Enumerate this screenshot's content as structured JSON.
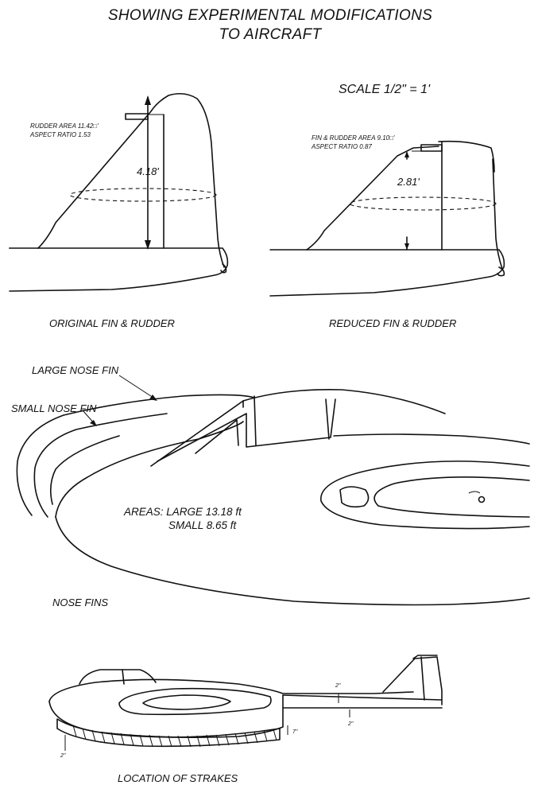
{
  "title": {
    "line1": "SHOWING EXPERIMENTAL MODIFICATIONS",
    "line2": "TO AIRCRAFT"
  },
  "scale": "SCALE 1/2\" = 1'",
  "original_fin": {
    "area_label": "RUDDER AREA 11.42□'",
    "aspect_label": "ASPECT RATIO 1.53",
    "height_label": "4.18'",
    "caption": "ORIGINAL FIN & RUDDER"
  },
  "reduced_fin": {
    "area_label": "FIN & RUDDER AREA 9.10□'",
    "aspect_label": "ASPECT RATIO 0.87",
    "height_label": "2.81'",
    "caption": "REDUCED FIN & RUDDER"
  },
  "nose_fins": {
    "large_label": "LARGE NOSE FIN",
    "small_label": "SMALL NOSE FIN",
    "areas_line1": "AREAS: LARGE  13.18 ft",
    "areas_line2": "SMALL    8.65 ft",
    "caption": "NOSE FINS"
  },
  "strakes": {
    "dim_2in_top": "2\"",
    "dim_2in_bottom": "2\"",
    "dim_7in": "7\"",
    "dim_2in_nose": "2\"",
    "caption": "LOCATION OF STRAKES"
  }
}
